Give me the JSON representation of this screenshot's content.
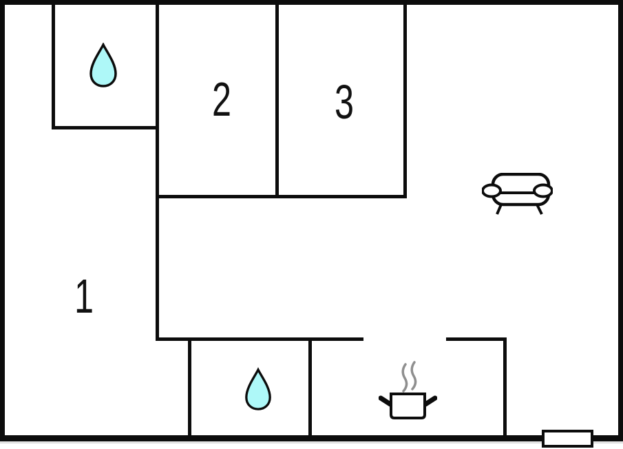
{
  "plan": {
    "type": "apartment floor plan",
    "colors": {
      "wall": "#0c0c0c",
      "background": "#ffffff",
      "water_drop_fill": "#aef8f8",
      "water_drop_outline": "#0c0c0c",
      "steam": "#8f8f8f"
    },
    "rooms": [
      {
        "label": "1"
      },
      {
        "label": "2"
      },
      {
        "label": "3"
      }
    ],
    "icons": [
      {
        "name": "water-drop-icon",
        "location": "top-left room"
      },
      {
        "name": "water-drop-icon",
        "location": "bottom middle room"
      },
      {
        "name": "sofa-icon",
        "location": "living area right"
      },
      {
        "name": "cooking-pot-icon",
        "location": "kitchen bottom"
      },
      {
        "name": "door-marker",
        "location": "bottom-right outer wall"
      }
    ]
  }
}
